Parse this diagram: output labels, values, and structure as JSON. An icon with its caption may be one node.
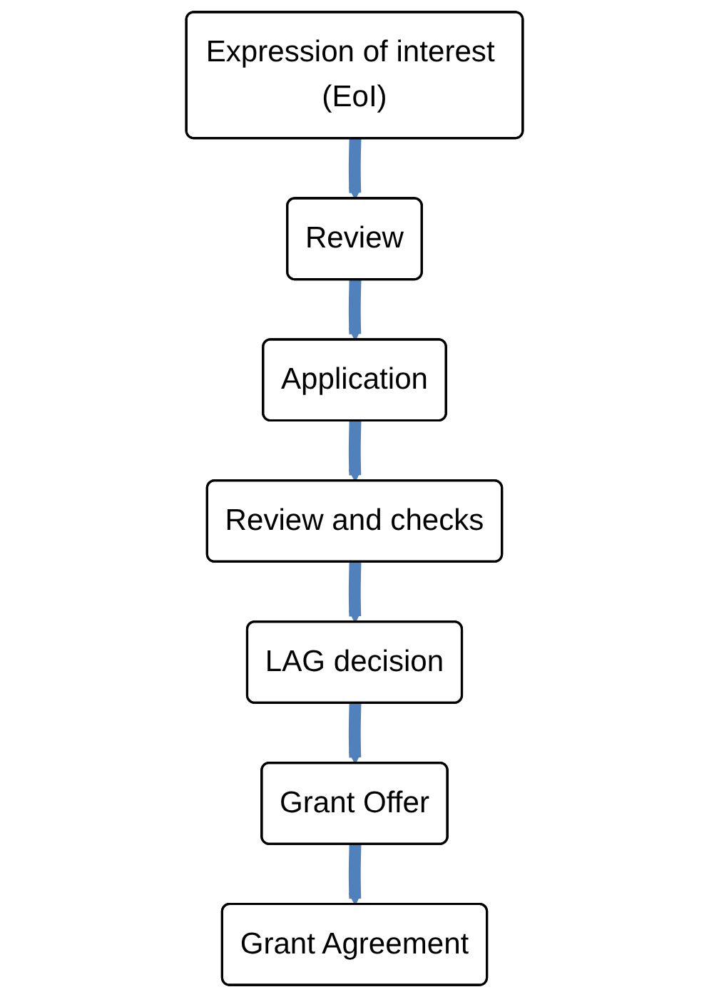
{
  "diagram": {
    "nodes": [
      {
        "text": [
          "Expression of interest (EoI)"
        ]
      },
      {
        "text": [
          "Review"
        ]
      },
      {
        "text": [
          "Application"
        ]
      },
      {
        "text": [
          "Review and checks"
        ]
      },
      {
        "text": [
          "LAG decision"
        ]
      },
      {
        "text": [
          "Grant Offer"
        ]
      },
      {
        "text": [
          "Grant Agreement"
        ]
      }
    ],
    "edges": [
      {
        "from": 0,
        "to": 1,
        "arrow": "to"
      },
      {
        "from": 1,
        "to": 2,
        "arrow": "to"
      },
      {
        "from": 2,
        "to": 3,
        "arrow": "to"
      },
      {
        "from": 3,
        "to": 4,
        "arrow": "to"
      },
      {
        "from": 4,
        "to": 5,
        "arrow": "to"
      },
      {
        "from": 5,
        "to": 6,
        "arrow": "to"
      }
    ]
  }
}
